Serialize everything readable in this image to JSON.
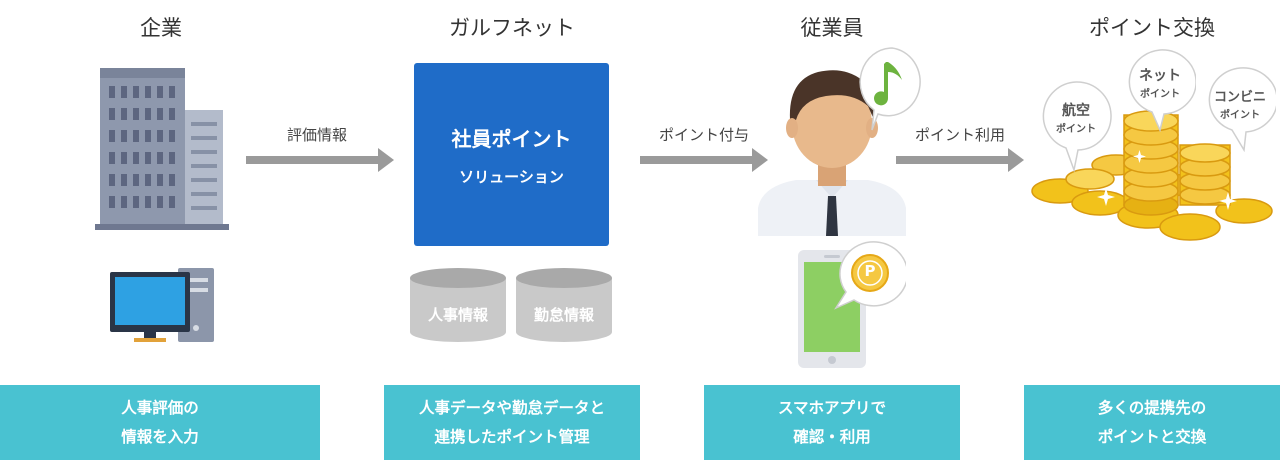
{
  "columns": {
    "company": "企業",
    "gulfnet": "ガルフネット",
    "employee": "従業員",
    "exchange": "ポイント交換"
  },
  "arrows": {
    "a1": "評価情報",
    "a2": "ポイント付与",
    "a3": "ポイント利用"
  },
  "solution": {
    "line1": "社員ポイント",
    "line2": "ソリューション"
  },
  "databases": [
    "人事情報",
    "勤怠情報"
  ],
  "bubbles": {
    "air_title": "航空",
    "air_sub": "ポイント",
    "net_title": "ネット",
    "net_sub": "ポイント",
    "conv_title": "コンビニ",
    "conv_sub": "ポイント"
  },
  "coin_letter": "P",
  "bottom_boxes": [
    {
      "line1": "人事評価の",
      "line2": "情報を入力"
    },
    {
      "line1": "人事データや勤怠データと",
      "line2": "連携したポイント管理"
    },
    {
      "line1": "スマホアプリで",
      "line2": "確認・利用"
    },
    {
      "line1": "多くの提携先の",
      "line2": "ポイントと交換"
    }
  ],
  "colors": {
    "accent_blue": "#1f6cc8",
    "teal": "#49c2d1",
    "gold": "#f2c21b",
    "arrow_gray": "#9a9a9a"
  }
}
